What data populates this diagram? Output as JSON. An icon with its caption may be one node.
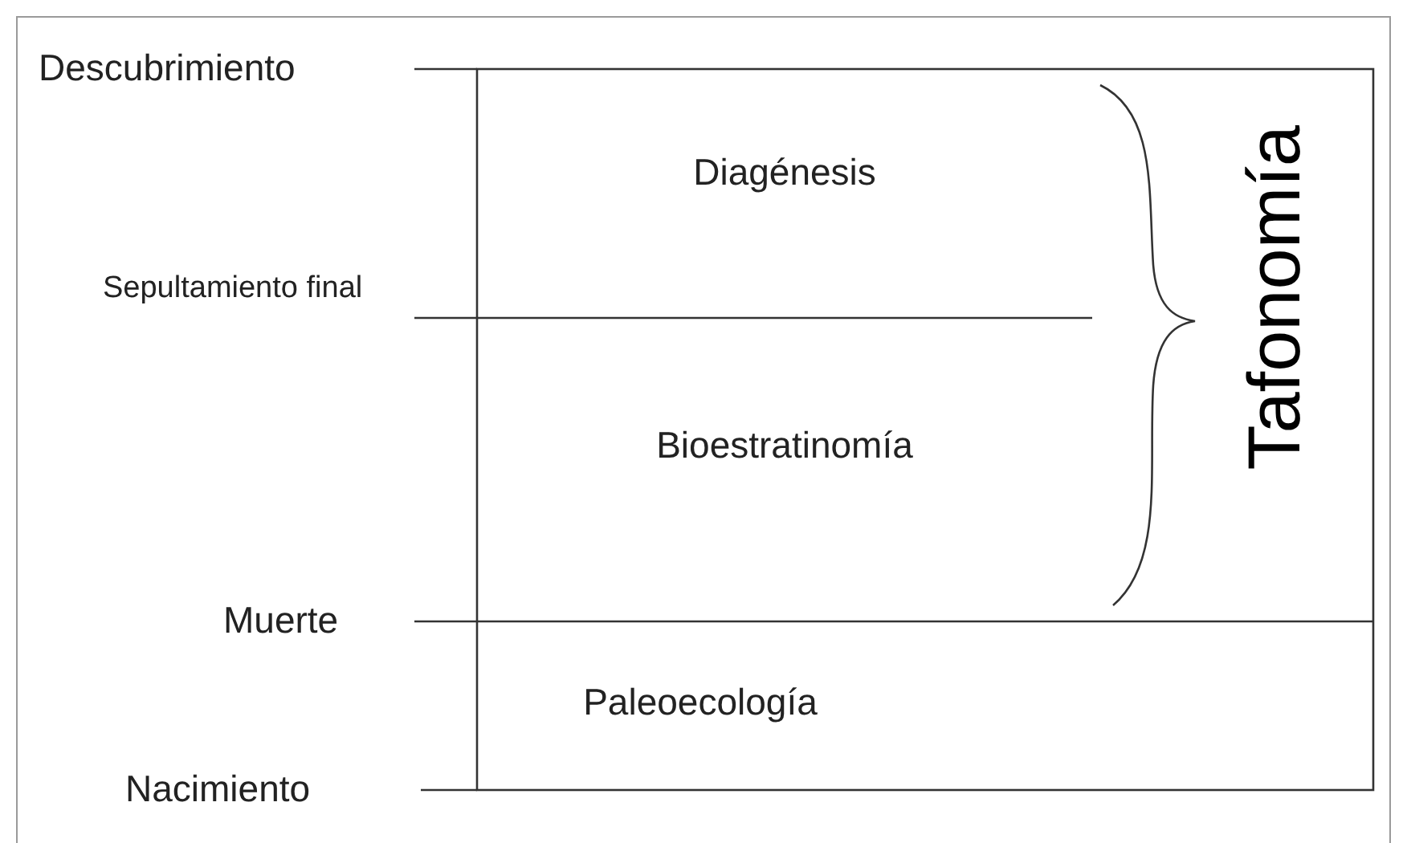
{
  "diagram": {
    "nodes": [
      {
        "text": [
          "Diagénesis"
        ]
      },
      {
        "text": [
          "Bioestratinomía"
        ]
      },
      {
        "text": [
          "Paleoecología"
        ]
      }
    ],
    "labels": [
      "Descubrimiento",
      "Sepultamiento final",
      "Muerte",
      "Nacimiento",
      "Tafonomía"
    ]
  }
}
